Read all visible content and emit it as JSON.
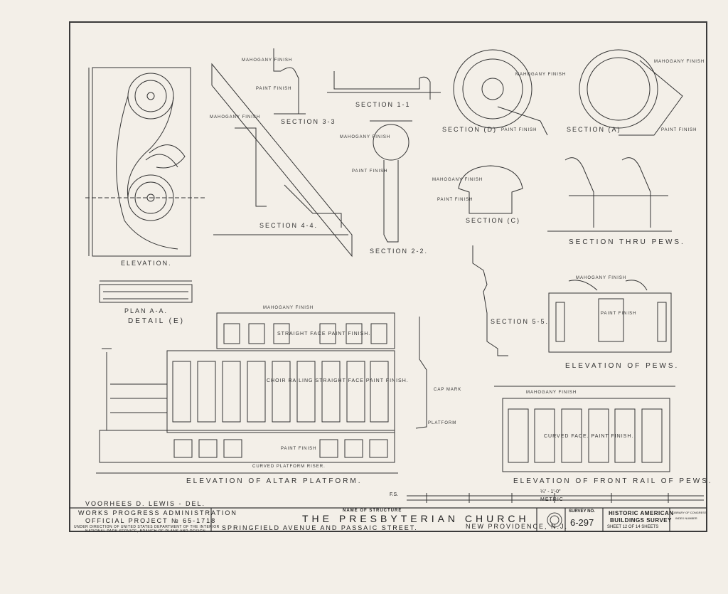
{
  "drawing": {
    "sections": {
      "elevation": "Elevation.",
      "plan_aa": "Plan A-A.",
      "detail_e": "Detail (E)",
      "section_33": "Section 3-3",
      "section_11": "Section 1-1",
      "section_d": "Section (D)",
      "section_a": "Section (A)",
      "section_44": "Section 4-4.",
      "section_22": "Section 2-2.",
      "section_c": "Section (C)",
      "section_thru_pews": "Section thru Pews.",
      "section_55": "Section 5-5.",
      "elevation_of_pews": "Elevation of Pews.",
      "elevation_altar": "Elevation of Altar Platform.",
      "elevation_front_rail": "Elevation of front rail of Pews."
    },
    "notes": {
      "mahogany_finish": "Mahogany Finish",
      "paint_finish": "Paint Finish",
      "straight_face": "Straight Face Paint Finish.",
      "choir_railing": "Choir Railing Straight Face Paint Finish.",
      "curved_platform_riser": "Curved Platform Riser.",
      "curved_face": "Curved Face. Paint Finish.",
      "platform": "Platform",
      "cap_mark": "Cap Mark"
    }
  },
  "title_block": {
    "delineator": "Voorhees D. Lewis - Del.",
    "agency": "Works Progress Administration",
    "project": "Official Project № 65-1718",
    "under_direction": "Under direction of United States Department of the Interior",
    "park_service": "National Park Service, Branch of Plans and Design",
    "name_of_structure_label": "Name of Structure",
    "structure_name": "The Presbyterian Church",
    "address": "Springfield Avenue and Passaic Street.",
    "location": "New Providence, N.J.",
    "survey_no_label": "Survey No.",
    "survey_no": "6-297",
    "habs_line1": "Historic American",
    "habs_line2": "Buildings Survey",
    "sheet_text": "Sheet 12 of 14 Sheets",
    "library_stamp_1": "Library of Congress",
    "library_stamp_2": "Index Number",
    "scale_fs": "F.S.",
    "scale_ft": "¼\" - 1'-0\"",
    "scale_metric": "Metric"
  }
}
